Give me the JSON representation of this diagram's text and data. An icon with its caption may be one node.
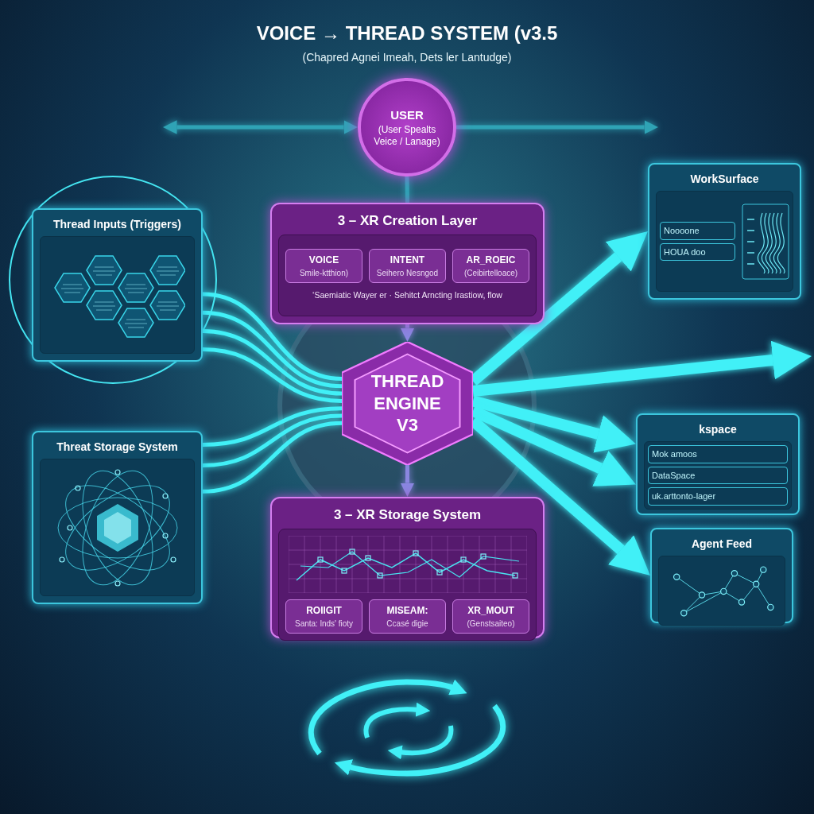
{
  "diagram": {
    "title": "VOICE → THREAD SYSTEM (v3.5",
    "nodes": [
      {
        "text": [
          "USER",
          "(User Spealts Veice / Lanage)"
        ]
      },
      {
        "text": [
          "3 – XR Creation Layer",
          "‘Saemiatic Wayer er · Sehitct Arncting Irastiow, flow"
        ]
      },
      {
        "text": [
          "VOICE",
          "Smile-ktthion)"
        ],
        "in": 1
      },
      {
        "text": [
          "INTENT",
          "Seihero Nesngod"
        ],
        "in": 1
      },
      {
        "text": [
          "AR_ROEIC",
          "(Ceibirtelloace)"
        ],
        "in": 1
      },
      {
        "text": [
          "Thread Inputs (Triggers)"
        ]
      },
      {
        "text": [
          "Threat Storage System"
        ]
      },
      {
        "text": [
          "THREAD ENGINE V3"
        ]
      },
      {
        "text": [
          "3 – XR Storage System"
        ]
      },
      {
        "text": [
          "ROIIGIT",
          "Santa: lnds' fioty"
        ],
        "in": 8
      },
      {
        "text": [
          "MISEAM:",
          "Ccasé digie"
        ],
        "in": 8
      },
      {
        "text": [
          "XR_MOUT",
          "(Genstsaiteo)"
        ],
        "in": 8
      },
      {
        "text": [
          "WorkSurface",
          "Noooone",
          "HOUA doo"
        ]
      },
      {
        "text": [
          "kspace",
          "Mok amoos",
          "DataSpace",
          "uk.arttonto-lager"
        ]
      },
      {
        "text": [
          "Agent Feed"
        ]
      }
    ],
    "edges": [
      {
        "from": null,
        "to": 0,
        "arrow": "both",
        "color": "#2fa3b5"
      },
      {
        "from": 0,
        "to": null,
        "arrow": "to",
        "color": "#2fa3b5"
      },
      {
        "from": 0,
        "to": 1,
        "arrow": "none",
        "color": "#2fa3b5"
      },
      {
        "from": 1,
        "to": 7,
        "arrow": "to",
        "color": "#8a86e0"
      },
      {
        "from": 7,
        "to": 8,
        "arrow": "to",
        "color": "#8a86e0"
      },
      {
        "from": 5,
        "to": 7,
        "arrow": "none"
      },
      {
        "from": 5,
        "to": 7,
        "arrow": "none"
      },
      {
        "from": 5,
        "to": 7,
        "arrow": "none"
      },
      {
        "from": 5,
        "to": 7,
        "arrow": "none"
      },
      {
        "from": 6,
        "to": 7,
        "arrow": "none"
      },
      {
        "from": 6,
        "to": 7,
        "arrow": "none"
      },
      {
        "from": 6,
        "to": 7,
        "arrow": "none"
      },
      {
        "from": 7,
        "to": 12,
        "arrow": "to",
        "style": "thick"
      },
      {
        "from": 7,
        "to": null,
        "arrow": "to",
        "style": "thick"
      },
      {
        "from": 7,
        "to": 13,
        "arrow": "to",
        "style": "thick"
      },
      {
        "from": 7,
        "to": 13,
        "arrow": "to",
        "style": "thick"
      },
      {
        "from": 7,
        "to": 14,
        "arrow": "to",
        "style": "thick"
      }
    ],
    "labels": [
      "(Chapred Agnei Imeah, Dets ler Lantudge)"
    ]
  }
}
